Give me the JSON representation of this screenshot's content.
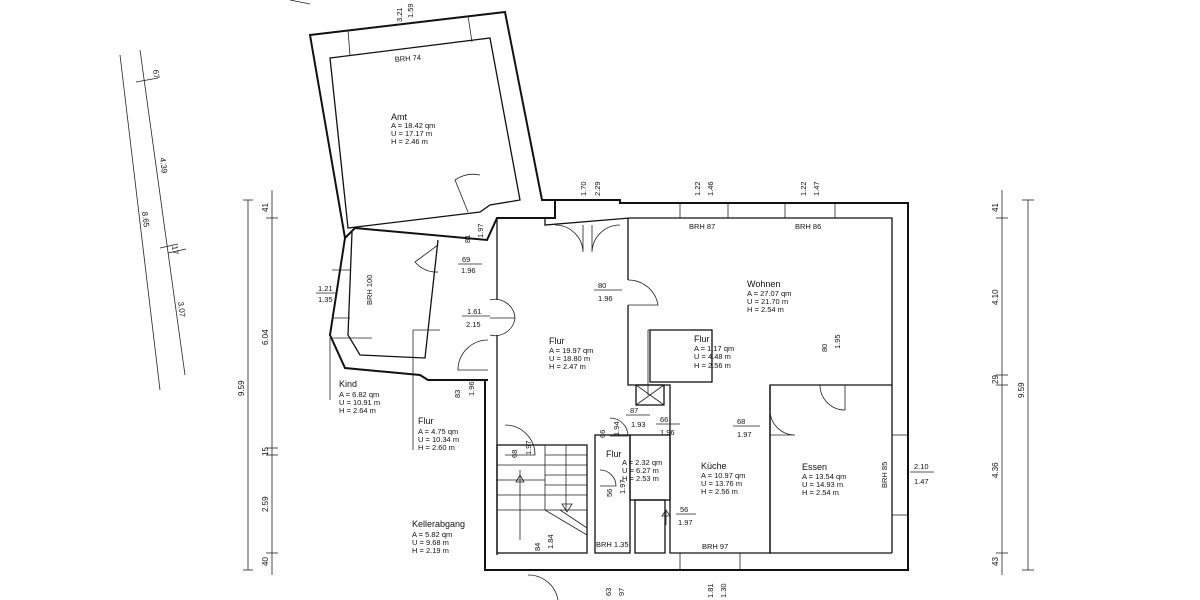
{
  "rooms": [
    {
      "id": "amt",
      "name": "Amt",
      "a": "A  =  18.42 qm",
      "u": "U  =  17.17 m",
      "h": "H  =    2.46 m"
    },
    {
      "id": "kind",
      "name": "Kind",
      "a": "A  =   6.82 qm",
      "u": "U  =  10.91 m",
      "h": "H  =   2.64 m"
    },
    {
      "id": "flur1",
      "name": "Flur",
      "a": "A  =   4.75 qm",
      "u": "U  =  10.34 m",
      "h": "H  =   2.60 m"
    },
    {
      "id": "flur2",
      "name": "Flur",
      "a": "A  =  19.97 qm",
      "u": "U  =  18.80 m",
      "h": "H  =   2.47 m"
    },
    {
      "id": "wohnen",
      "name": "Wohnen",
      "a": "A  =  27.07 qm",
      "u": "U  =  21.70 m",
      "h": "H  =    2.54 m"
    },
    {
      "id": "flur3",
      "name": "Flur",
      "a": "A  =    1.17 qm",
      "u": "U  =    4.48 m",
      "h": "H  =    2.56 m"
    },
    {
      "id": "flur4",
      "name": "Flur",
      "a": "A  =  2.32 qm",
      "u": "U  =  6.27 m",
      "h": "H  =  2.53 m"
    },
    {
      "id": "kueche",
      "name": "Küche",
      "a": "A  =  10.97 qm",
      "u": "U  =  13.76 m",
      "h": "H  =    2.56 m"
    },
    {
      "id": "essen",
      "name": "Essen",
      "a": "A  =  13.54 qm",
      "u": "U  =  14.93 m",
      "h": "H  =    2.54 m"
    },
    {
      "id": "keller",
      "name": "Kellerabgang",
      "a": "A  =   5.82 qm",
      "u": "U  =   9.68 m",
      "h": "H  =   2.19 m"
    }
  ],
  "brh_labels": {
    "amt_top": "BRH 74",
    "kind_side": "BRH 100",
    "wohnen_1": "BRH 87",
    "wohnen_2": "BRH 86",
    "essen_side": "BRH 85",
    "bath": "BRH 1.35",
    "kueche": "BRH 97"
  },
  "opening_dims": {
    "amt_top_a": "3.21",
    "amt_top_b": "1.59",
    "door_81": "81",
    "door_197": "1.97",
    "door_69": "69",
    "door_196a": "1.96",
    "door_161": "1.61",
    "door_215": "2.15",
    "win_121": "1.21",
    "win_135": "1.35",
    "door_83": "83",
    "door_196b": "1.96",
    "top_170": "1.70",
    "top_229": "2.29",
    "top_122a": "1.22",
    "top_146": "1.46",
    "top_122b": "1.22",
    "top_147": "1.47",
    "door_80a": "80",
    "door_196c": "1.96",
    "door_80b": "80",
    "door_195": "1.95",
    "door_87": "87",
    "door_193": "1.93",
    "door_66": "66",
    "door_196d": "1.96",
    "door_68a": "68",
    "door_197b": "1.97",
    "door_68b": "68",
    "door_197c": "1.97",
    "door_66b": "66",
    "door_194": "1.94",
    "door_56a": "56",
    "door_197d": "1.97",
    "door_56b": "56",
    "door_197e": "1.97",
    "door_84": "84",
    "door_184": "1.84",
    "win_210": "2.10",
    "win_147": "1.47",
    "bot_63": "63",
    "bot_97": "97",
    "bot_181": "1.81",
    "bot_130": "1.30"
  },
  "dimension_chains": {
    "diag_outer": [
      "67",
      "4.39",
      "17",
      "3.07"
    ],
    "diag_total": "8.65",
    "left_chain": [
      "41",
      "6.04",
      "15",
      "2.59",
      "40"
    ],
    "left_total": "9.59",
    "right_chain": [
      "41",
      "4.10",
      "29",
      "4.36",
      "43"
    ],
    "right_total": "9.59"
  }
}
